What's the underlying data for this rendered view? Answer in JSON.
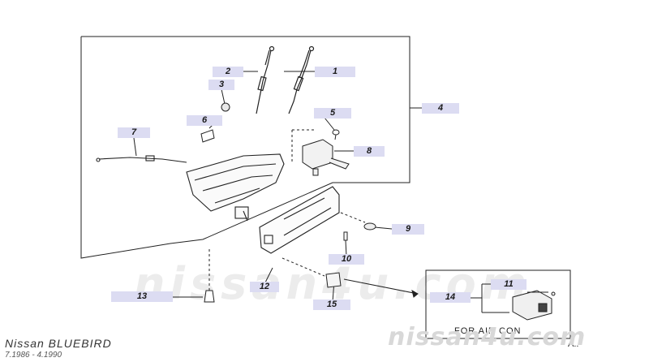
{
  "diagram": {
    "model_name": "Nissan  BLUEBIRD",
    "model_years": "7.1986  -  4.1990",
    "watermark_large": "nissan4u.com",
    "watermark_small": "nissan4u.com",
    "inset_caption": "FOR AIR CON",
    "figure_tag": "A..",
    "callouts": {
      "c1": "1",
      "c2": "2",
      "c3": "3",
      "c4": "4",
      "c5": "5",
      "c6": "6",
      "c7": "7",
      "c8": "8",
      "c9": "9",
      "c10": "10",
      "c11": "11",
      "c12": "12",
      "c13": "13",
      "c14": "14",
      "c15": "15"
    }
  }
}
